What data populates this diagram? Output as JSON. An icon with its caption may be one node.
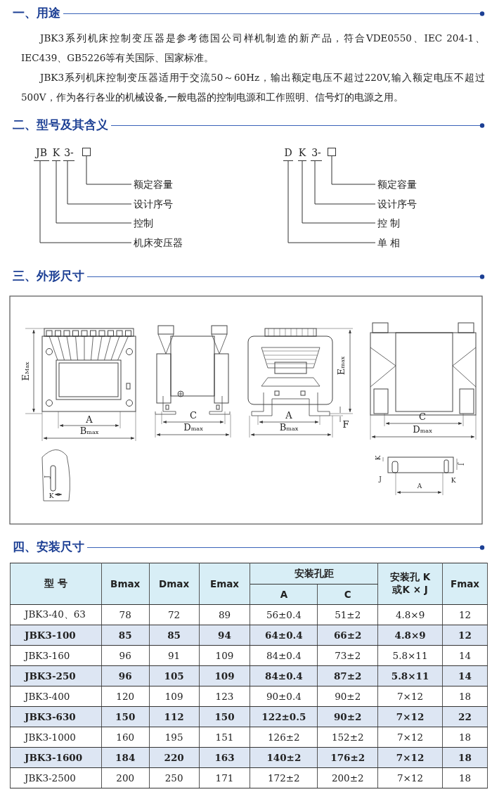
{
  "diagram": {
    "nodes": [
      {
        "text": [
          "JB"
        ]
      },
      {
        "text": [
          "K"
        ]
      },
      {
        "text": [
          "3-"
        ]
      },
      {
        "text": [],
        "shape": "box"
      },
      {
        "text": [
          "额定容量"
        ]
      },
      {
        "text": [
          "设计序号"
        ]
      },
      {
        "text": [
          "控制"
        ]
      },
      {
        "text": [
          "机床变压器"
        ]
      },
      {
        "text": [
          "D"
        ]
      },
      {
        "text": [
          "K"
        ]
      },
      {
        "text": [
          "3-"
        ]
      },
      {
        "text": [],
        "shape": "box"
      },
      {
        "text": [
          "额定容量"
        ]
      },
      {
        "text": [
          "设计序号"
        ]
      },
      {
        "text": [
          "控 制"
        ]
      },
      {
        "text": [
          "单 相"
        ]
      }
    ],
    "edges": [
      {
        "from": 3,
        "to": 4,
        "arrow": "none"
      },
      {
        "from": 2,
        "to": 5,
        "arrow": "none"
      },
      {
        "from": 1,
        "to": 6,
        "arrow": "none"
      },
      {
        "from": 0,
        "to": 7,
        "arrow": "none"
      },
      {
        "from": 11,
        "to": 12,
        "arrow": "none"
      },
      {
        "from": 10,
        "to": 13,
        "arrow": "none"
      },
      {
        "from": 9,
        "to": 14,
        "arrow": "none"
      },
      {
        "from": 8,
        "to": 15,
        "arrow": "none"
      }
    ],
    "labels": [
      "一、用途",
      "JBK3系列机床控制变压器是参考德国公司样机制造的新产品，符合VDE0550、IEC 204-1、IEC439、GB5226等有关国际、国家标准。",
      "JBK3系列机床控制变压器适用于交流50～60Hz，输出额定电压不超过220V,输入额定电压不超过500V，作为各行各业的机械设备,一般电器的控制电源和工作照明、信号灯的电源之用。",
      "二、型号及其含义",
      "三、外形尺寸",
      "E$_{Max}$",
      "A",
      "B$_{max}$",
      "C",
      "D$_{max}$",
      "A",
      "B$_{max}$",
      "E$_{max}$",
      "F",
      "C",
      "D$_{max}$",
      "J",
      "K",
      "K",
      "J",
      "K",
      "A",
      "J",
      "四、安装尺寸",
      "型 号",
      "Bmax",
      "Dmax",
      "Emax",
      "安装孔距",
      "安装孔 K或K × J",
      "Fmax",
      "A",
      "C",
      "JBK3-40、63",
      "78",
      "72",
      "89",
      "56±0.4",
      "51±2",
      "4.8×9",
      "12",
      "JBK3-100",
      "85",
      "85",
      "94",
      "64±0.4",
      "66±2",
      "4.8×9",
      "12",
      "JBK3-160",
      "96",
      "91",
      "109",
      "84±0.4",
      "73±2",
      "5.8×11",
      "14",
      "JBK3-250",
      "96",
      "105",
      "109",
      "84±0.4",
      "87±2",
      "5.8×11",
      "14",
      "JBK3-400",
      "120",
      "109",
      "123",
      "90±0.4",
      "90±2",
      "7×12",
      "18",
      "JBK3-630",
      "150",
      "112",
      "150",
      "122±0.5",
      "90±2",
      "7×12",
      "22",
      "JBK3-1000",
      "160",
      "195",
      "151",
      "126±2",
      "152±2",
      "7×12",
      "18",
      "JBK3-1600",
      "184",
      "220",
      "163",
      "140±2",
      "176±2",
      "7×12",
      "18",
      "JBK3-2500",
      "200",
      "250",
      "171",
      "172±2",
      "200±2",
      "7×12",
      "18"
    ]
  }
}
